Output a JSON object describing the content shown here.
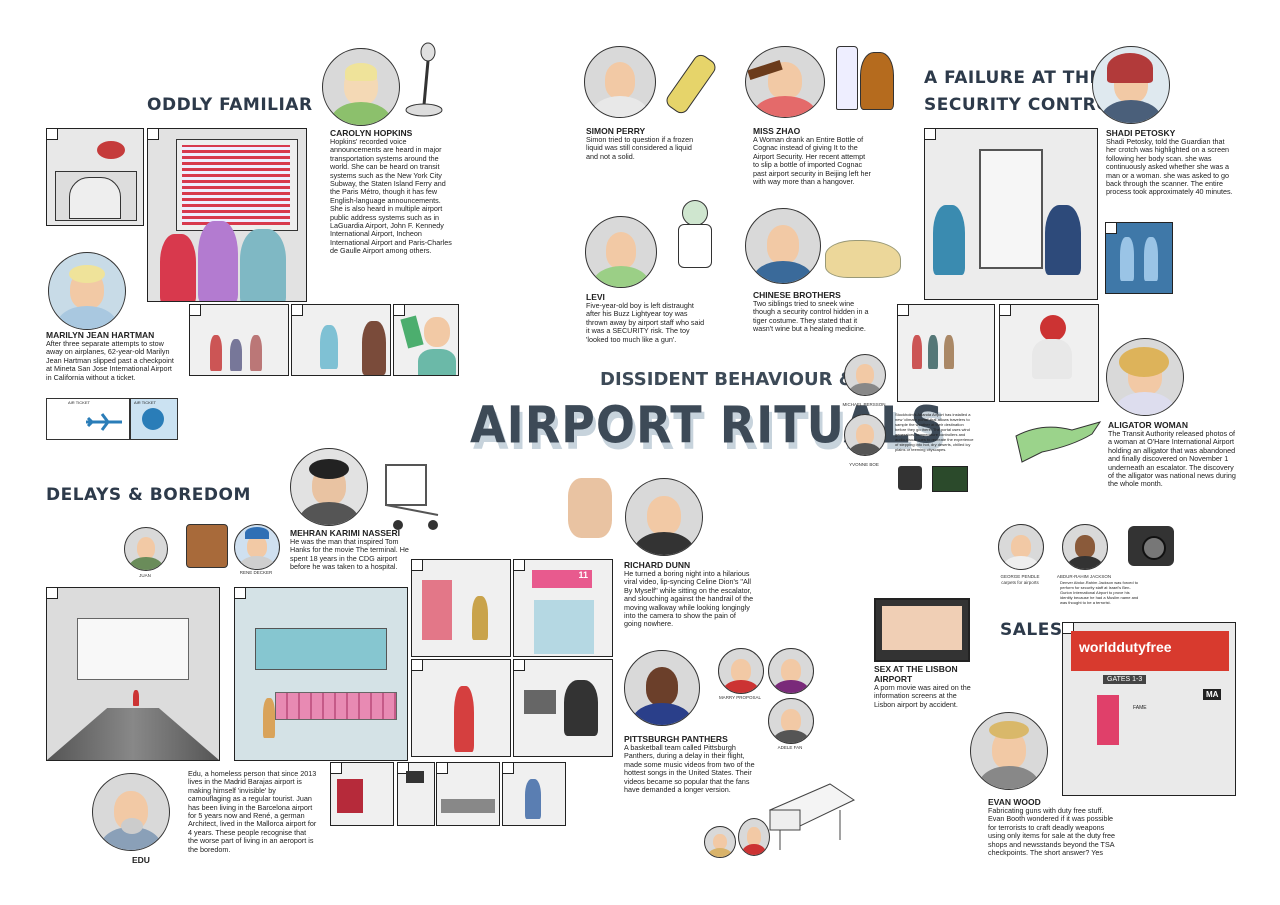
{
  "title": {
    "sub": "DISSIDENT BEHAVIOUR &",
    "main": "AIRPORT RITUALS"
  },
  "sections": {
    "oddly_familiar": "ODDLY FAMILIAR",
    "delays": "DELAYS & BOREDOM",
    "failure": [
      "A FAILURE AT THE",
      "SECURITY CONTROL"
    ],
    "sales": "SALES"
  },
  "stories": {
    "carolyn": {
      "name": "CAROLYN HOPKINS",
      "text": "Hopkins' recorded voice announcements are heard in major transportation systems around the world. She can be heard on transit systems such as the New York City Subway, the Staten Island Ferry and the Paris Métro, though it has few English-language announcements. She is also heard in multiple airport public address systems such as in LaGuardia Airport, John F. Kennedy International Airport, Incheon International Airport and Paris-Charles de Gaulle Airport among others."
    },
    "marilyn": {
      "name": "MARILYN JEAN HARTMAN",
      "text": "After three separate attempts to stow away on airplanes, 62-year-old Marilyn Jean Hartman slipped past a checkpoint at Mineta San Jose International Airport in California without a ticket."
    },
    "simon": {
      "name": "SIMON PERRY",
      "text": "Simon tried to question if a frozen liquid was still considered a liquid and not a solid."
    },
    "zhao": {
      "name": "MISS ZHAO",
      "text": "A Woman drank an Entire Bottle of Cognac instead of giving It to the Airport Security. Her recent attempt to slip a bottle of imported Cognac past airport security in Beijing left her with way more than a hangover."
    },
    "levi": {
      "name": "LEVI",
      "text": "Five-year-old boy is left distraught after his Buzz Lightyear toy was thrown away by airport staff who said it was a SECURITY risk. The toy 'looked too much like a gun'."
    },
    "chinese": {
      "name": "CHINESE BROTHERS",
      "text": "Two siblings tried to sneek wine though a security control hidden in a tiger costume. They stated that it wasn't wine but a healing medicine."
    },
    "shadi": {
      "name": "SHADI PETOSKY",
      "text": "Shadi Petosky, told the Guardian that her crotch was highlighted on a screen following her body scan. she was continuously asked whether she was a man or a woman. she was asked to go back through the scanner. The entire process took approximately 40 minutes."
    },
    "alligator": {
      "name": "ALIGATOR WOMAN",
      "text": "The Transit Authority released photos of a woman at O'Hare International Airport holding an alligator that was abandoned and finally discovered on November 1 underneath an escalator. The discovery of the alligator was national news during the whole month."
    },
    "mehran": {
      "name": "MEHRAN KARIMI NASSERI",
      "text": "He was the man that inspired Tom Hanks for the movie The terminal. He spent 18 years in the CDG airport before he was taken to a hospital."
    },
    "richard": {
      "name": "RICHARD DUNN",
      "text": "He turned a boring night into a hilarious viral video, lip-syncing Celine Dion's \"All By Myself\" while sitting on the escalator, and slouching against the handrail of the moving walkway while looking longingly into the camera to show the pain of going nowhere."
    },
    "pittsburgh": {
      "name": "PITTSBURGH PANTHERS",
      "text": "A basketball team called Pittsburgh Panthers, during a delay in their flight, made some music videos from two of the hottest songs in the United States. Their videos became so popular that the fans have demanded a longer version."
    },
    "lisbon": {
      "name": "SEX AT THE LISBON AIRPORT",
      "text": "A porn movie was aired on the information screens at the Lisbon airport by accident."
    },
    "evan": {
      "name": "EVAN WOOD",
      "text": "Fabricating guns with duty free stuff. Evan Booth wondered if it was possible for terrorists to craft deadly weapons using only items for sale at the duty free shops and newsstands beyond the TSA checkpoints. The short answer? Yes"
    },
    "edu": {
      "name": "EDU",
      "text": "Edu, a homeless person that since 2013 lives in the Madrid Barajas airport is making himself 'invisible' by camouflaging as a regular tourist. Juan has been living in the Barcelona airport for 5 years now and René, a german Architect, lived in the Mallorca airport for 4 years. These people recognise that the worse part of living in an aeroport is the boredom."
    },
    "stockholm": "Stockholm's Arlanda Airport has installed a new 'climate portal' that allows travelers to sample the weather at their destination before they go there. The portal uses wind generators, temperature controllers and audio-visual cues to recreate the experience of stepping into hot, dry deserts, chilled icy plains or teeming cityscapes.",
    "abdur": "Denver Abdur-Rahim Jackson was forced to perform for security staff at Israel's Ben-Gurion International Airport to prove his identity because he had a Muslim name and was thought to be a terrorist."
  },
  "captions": {
    "juan": "JUAN",
    "rene": "RENE DECKER",
    "michael": "MICHAEL PERSSON",
    "yvonne": "YVONNE BOE",
    "george": "GEORGE PENDLE",
    "george_sub": "carpets for airports",
    "abdur": "ABDUR-RAHIM JACKSON",
    "marry": "MARRY PROPOSAL",
    "adele": "ADELE FAN"
  },
  "signs": {
    "ticket_left": "AIR TICKET",
    "ticket_right": "AIR TICKET",
    "worlddutyfree": "worlddutyfree",
    "gates": "GATES 1-3",
    "fame": "FAME",
    "ma": "MA",
    "gate_number": "11"
  },
  "colors": {
    "heading": "#2d3a4a",
    "title_shadow": "#c7d3dc",
    "worlddutyfree_red": "#d83a2e",
    "seat_pink": "#e88ab3",
    "gate_sign_pink": "#e85a8e"
  }
}
